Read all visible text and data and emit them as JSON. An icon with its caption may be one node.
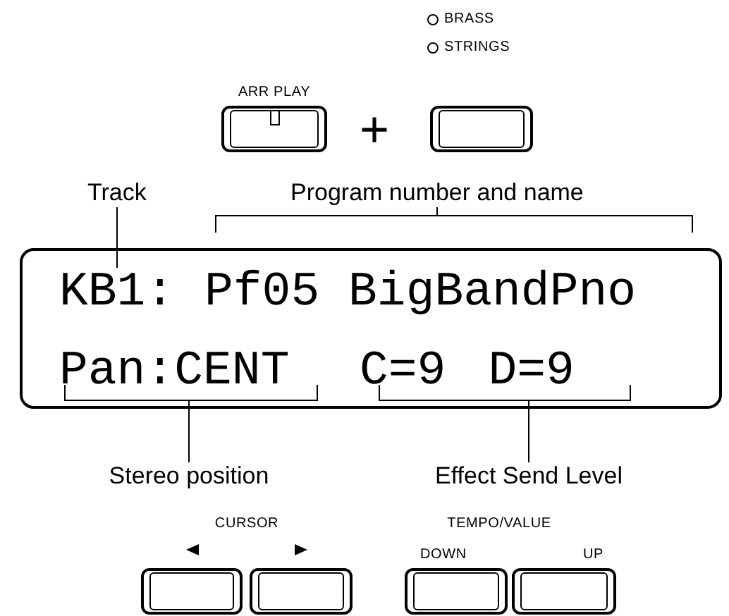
{
  "diagram": {
    "nodes": [
      {
        "text": [
          "ARR PLAY"
        ]
      },
      {
        "text": [],
        "shape": "box"
      },
      {
        "text": [
          "Track"
        ]
      },
      {
        "text": [
          "Program number and name"
        ]
      },
      {
        "text": [],
        "shape": "box"
      },
      {
        "text": [
          "KB1:"
        ],
        "in": 4
      },
      {
        "text": [
          "Pf05 BigBandPno"
        ],
        "in": 4
      },
      {
        "text": [
          "Pan:CENT"
        ],
        "in": 4
      },
      {
        "text": [
          "C=9",
          "D=9"
        ],
        "in": 4
      },
      {
        "text": [
          "Stereo position"
        ]
      },
      {
        "text": [
          "Effect Send Level"
        ]
      },
      {
        "text": [],
        "shape": "box"
      },
      {
        "text": [],
        "shape": "box"
      },
      {
        "text": [
          "DOWN"
        ]
      },
      {
        "text": [
          "UP"
        ]
      }
    ],
    "edges": [
      {
        "from": 2,
        "to": 5,
        "arrow": "none"
      },
      {
        "from": 3,
        "to": 6,
        "arrow": "none"
      },
      {
        "from": 9,
        "to": 7,
        "arrow": "none"
      },
      {
        "from": 10,
        "to": 8,
        "arrow": "none"
      }
    ],
    "labels": [
      "BRASS",
      "STRINGS",
      "+",
      "CURSOR",
      "TEMPO/VALUE"
    ]
  }
}
